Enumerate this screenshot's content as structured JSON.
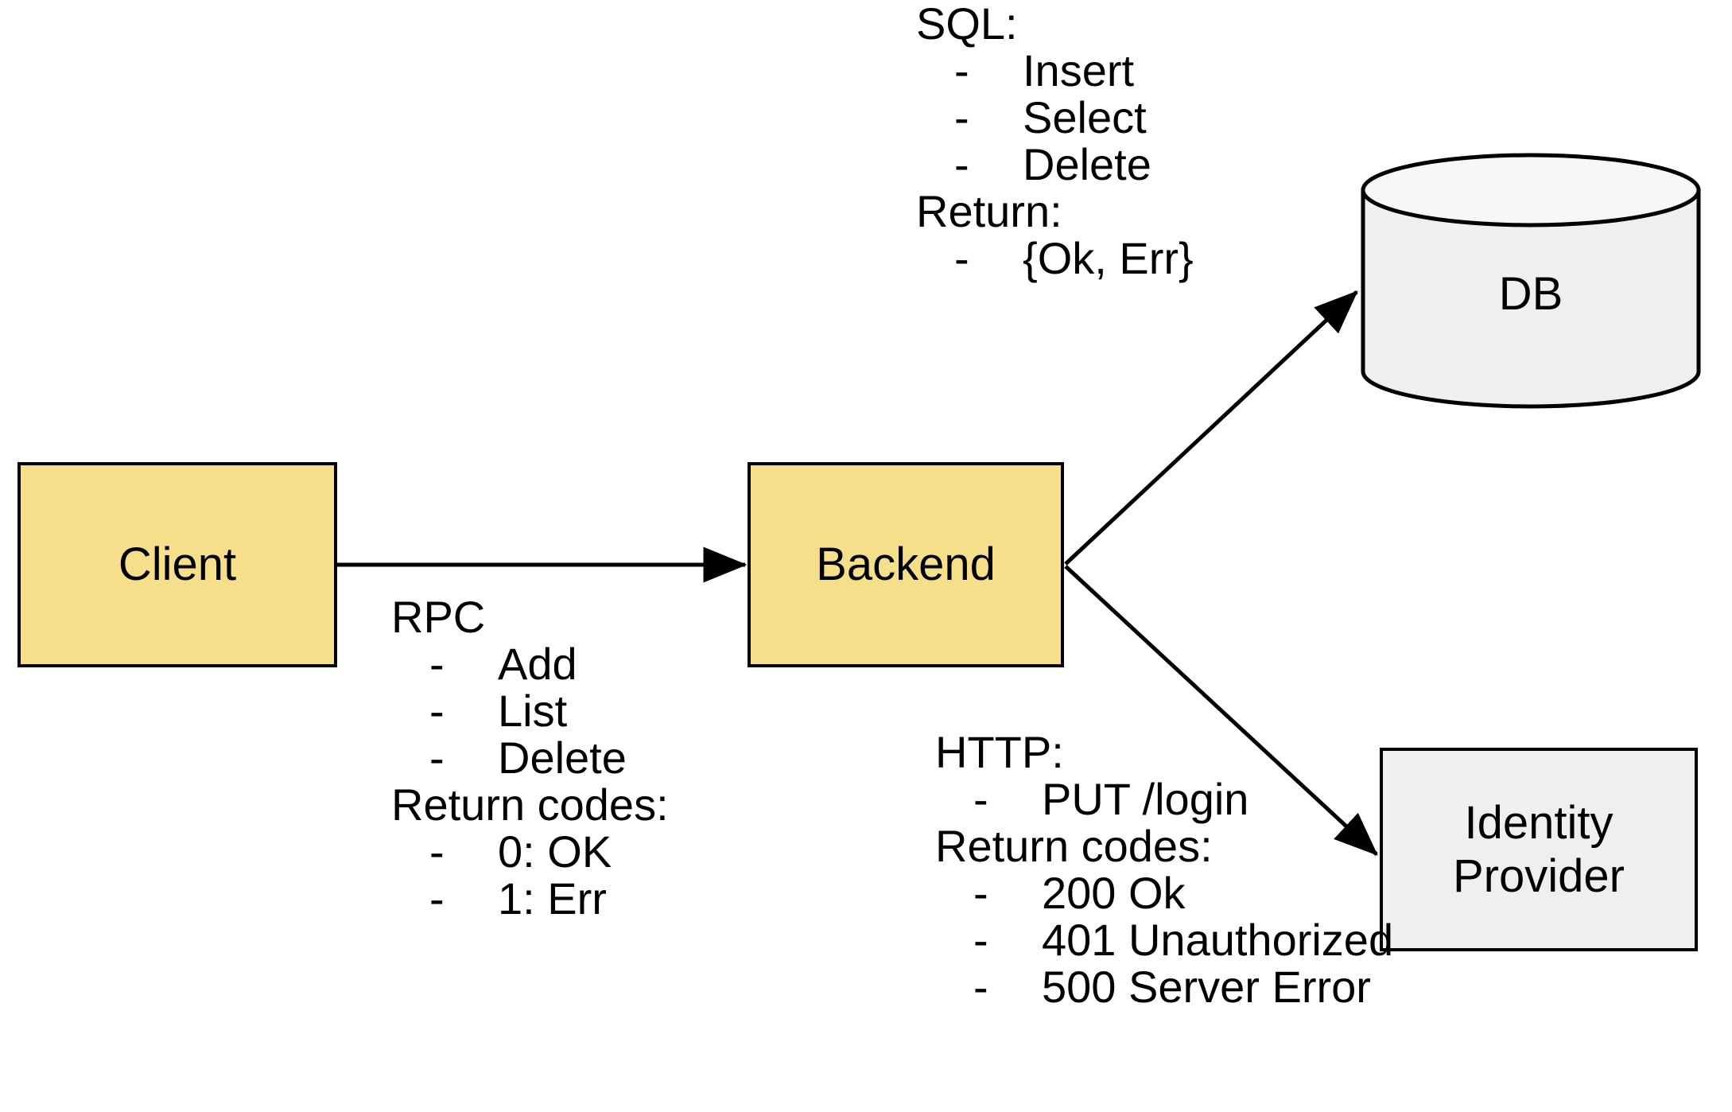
{
  "diagram": {
    "title": "Client / Backend service interaction diagram",
    "colors": {
      "node_fill_primary": "#f5df8a",
      "node_fill_secondary": "#efefef",
      "stroke": "#000000",
      "background": "#ffffff"
    }
  },
  "nodes": {
    "client": {
      "label": "Client",
      "shape": "rectangle",
      "fill": "#f5df8a"
    },
    "backend": {
      "label": "Backend",
      "shape": "rectangle",
      "fill": "#f5df8a"
    },
    "db": {
      "label": "DB",
      "shape": "cylinder",
      "fill": "#efefef"
    },
    "identity_provider": {
      "label": "Identity\nProvider",
      "shape": "rectangle",
      "fill": "#efefef"
    }
  },
  "edges": {
    "client_to_backend": {
      "from": "client",
      "to": "backend",
      "protocol": "RPC",
      "arrow": "single"
    },
    "backend_to_db": {
      "from": "backend",
      "to": "db",
      "protocol": "SQL",
      "arrow": "single"
    },
    "backend_to_idp": {
      "from": "backend",
      "to": "identity_provider",
      "protocol": "HTTP",
      "arrow": "single"
    }
  },
  "annotations": {
    "rpc": {
      "title": "RPC",
      "methods": [
        "Add",
        "List",
        "Delete"
      ],
      "returns_title": "Return codes:",
      "returns": [
        "0: OK",
        "1: Err"
      ],
      "bullet": "-"
    },
    "sql": {
      "title": "SQL:",
      "methods": [
        "Insert",
        "Select",
        "Delete"
      ],
      "returns_title": "Return:",
      "returns": [
        "{Ok, Err}"
      ],
      "bullet": "-"
    },
    "http": {
      "title": "HTTP:",
      "methods": [
        "PUT /login"
      ],
      "returns_title": "Return codes:",
      "returns": [
        "200 Ok",
        "401 Unauthorized",
        "500 Server Error"
      ],
      "bullet": "-"
    }
  }
}
